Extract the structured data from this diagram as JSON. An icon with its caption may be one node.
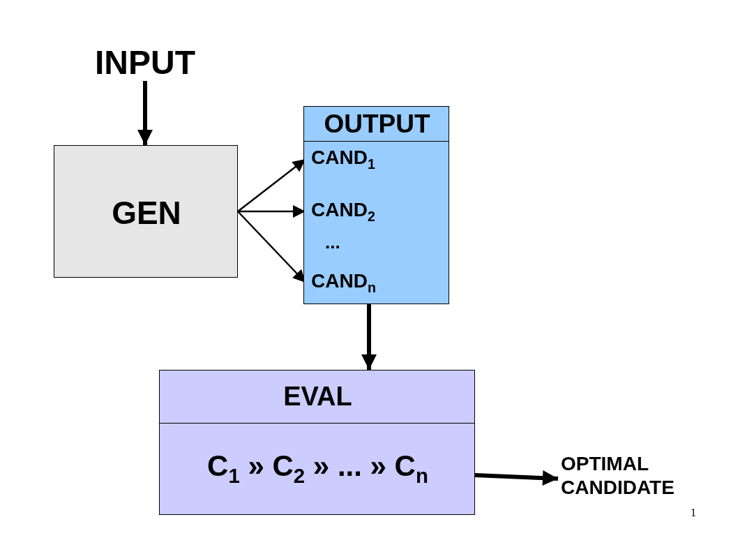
{
  "diagram": {
    "nodes": [
      {
        "text": [
          "INPUT"
        ]
      },
      {
        "text": [
          "GEN"
        ]
      },
      {
        "text": [
          "OUTPUT",
          "..."
        ]
      },
      {
        "text": [
          "CAND$_{1}$"
        ],
        "in": 2
      },
      {
        "text": [
          "CAND$_{2}$"
        ],
        "in": 2
      },
      {
        "text": [
          "CAND$_{n}$"
        ],
        "in": 2
      },
      {
        "text": [
          "EVAL",
          "C$_{1}$ » C$_{2}$ » ... » C$_{n}$"
        ]
      },
      {
        "text": [
          "OPTIMAL CANDIDATE"
        ]
      }
    ],
    "edges": [
      {
        "from": 0,
        "to": 1,
        "arrow": "to",
        "style": "thick"
      },
      {
        "from": 1,
        "to": 3,
        "arrow": "to"
      },
      {
        "from": 1,
        "to": 4,
        "arrow": "to"
      },
      {
        "from": 1,
        "to": 5,
        "arrow": "to"
      },
      {
        "from": 2,
        "to": 6,
        "arrow": "to",
        "style": "thick"
      },
      {
        "from": 6,
        "to": 7,
        "arrow": "to",
        "style": "thick"
      }
    ],
    "labels": [
      "1"
    ]
  }
}
